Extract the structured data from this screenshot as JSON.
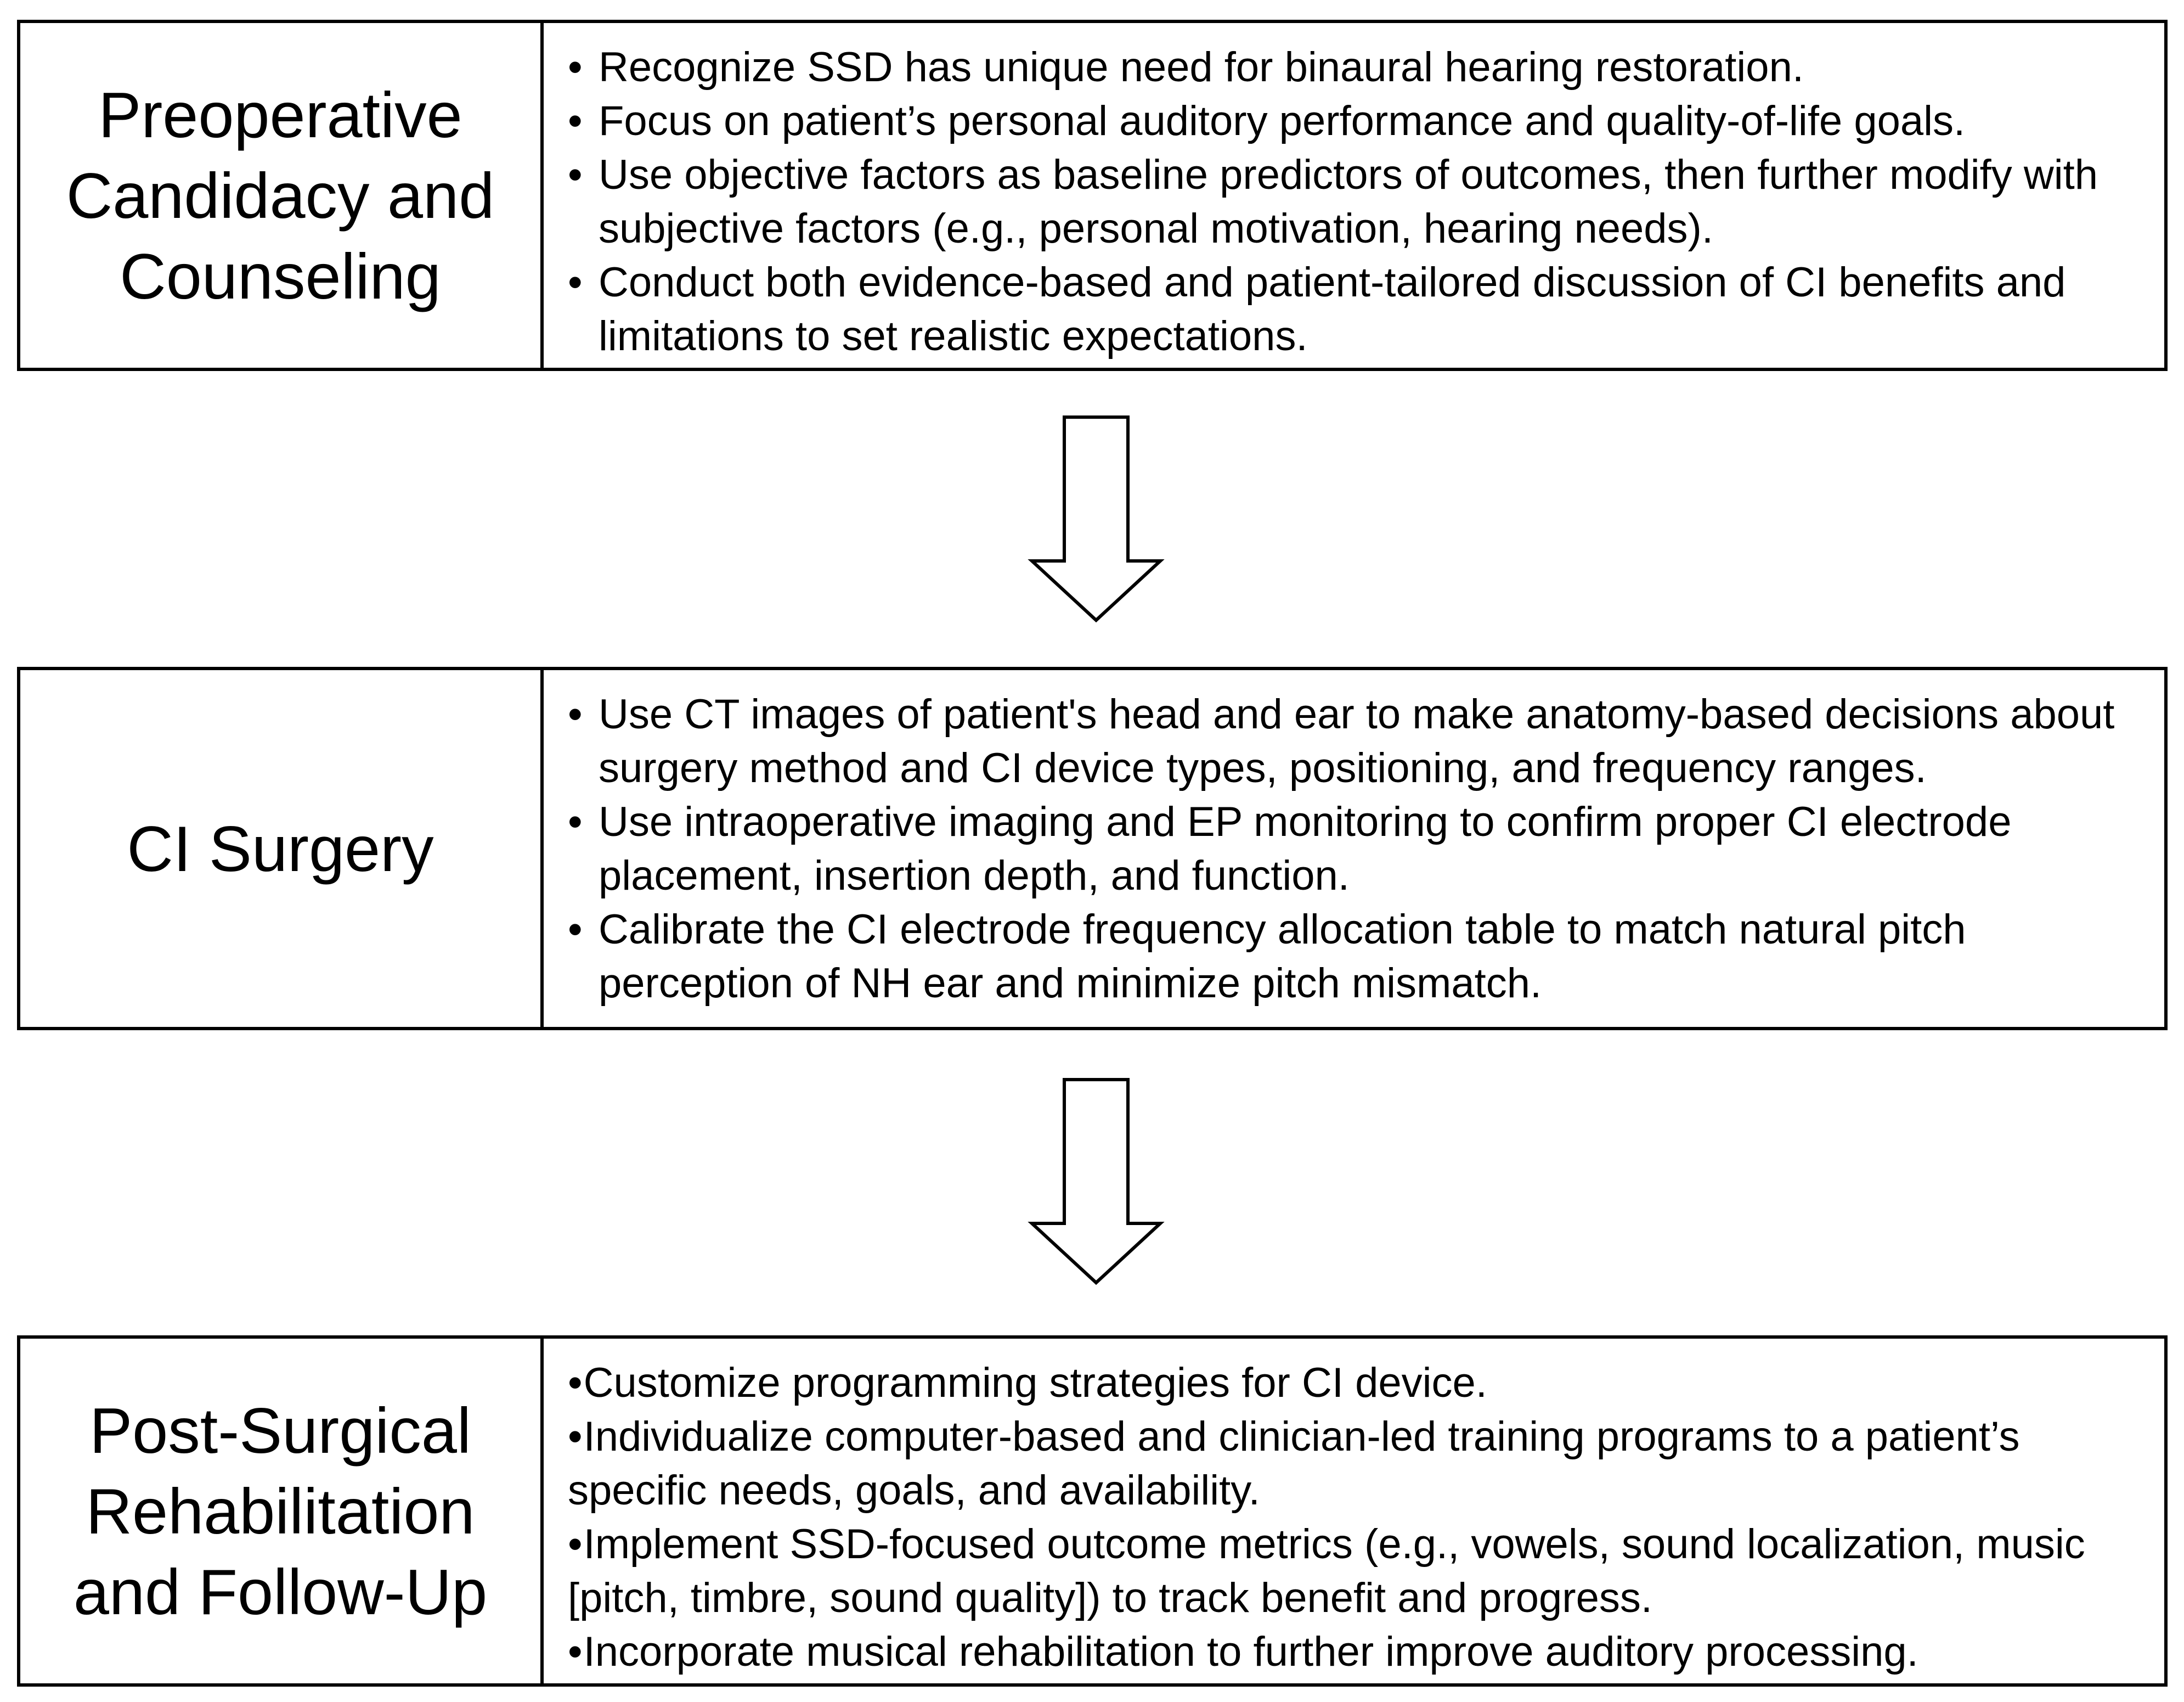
{
  "stages": [
    {
      "title": "Preoperative Candidacy and Counseling",
      "bullets": [
        "Recognize SSD has unique need for binaural hearing restoration.",
        "Focus on patient’s personal auditory performance and quality-of-life goals.",
        "Use objective factors as baseline predictors of outcomes, then further modify with subjective factors (e.g., personal motivation, hearing needs).",
        "Conduct both evidence-based and patient-tailored discussion of CI benefits and limitations to set realistic expectations."
      ]
    },
    {
      "title": "CI Surgery",
      "bullets": [
        "Use CT images of patient's head and ear to make anatomy-based decisions about surgery method and CI device types, positioning, and frequency ranges.",
        "Use intraoperative imaging and EP monitoring to confirm proper CI electrode placement, insertion depth, and function.",
        "Calibrate the CI electrode frequency allocation table to match natural pitch perception of NH ear and minimize pitch mismatch."
      ]
    },
    {
      "title": "Post-Surgical Rehabilitation and Follow-Up",
      "bullets": [
        "Customize programming strategies for CI device.",
        "Individualize computer-based and clinician-led training programs to a patient’s specific needs, goals, and availability.",
        "Implement SSD-focused outcome metrics (e.g., vowels, sound localization, music [pitch, timbre, sound quality]) to track benefit and progress.",
        "Incorporate musical rehabilitation to further improve auditory processing."
      ]
    }
  ],
  "bullet_mark": "•",
  "colors": {
    "border": "#000000",
    "text": "#000000",
    "background": "#ffffff",
    "arrow_fill": "#ffffff"
  },
  "icons": {
    "flow_arrow": "down-arrow-icon"
  }
}
